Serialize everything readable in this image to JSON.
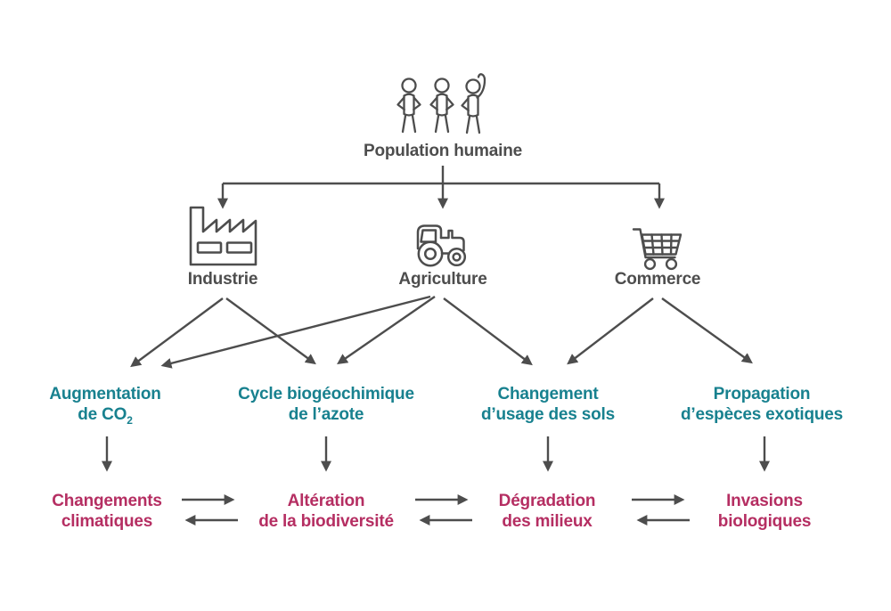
{
  "colors": {
    "ink": "#4d4d4d",
    "teal": "#18818f",
    "magenta": "#b52e62",
    "bg": "#ffffff"
  },
  "root": {
    "label": "Population humaine",
    "icon": "people-icon"
  },
  "sectors": [
    {
      "label": "Industrie",
      "icon": "factory-icon"
    },
    {
      "label": "Agriculture",
      "icon": "tractor-icon"
    },
    {
      "label": "Commerce",
      "icon": "shopping-cart-icon"
    }
  ],
  "pressures": [
    {
      "line1": "Augmentation",
      "line2": "de CO",
      "sub": "2"
    },
    {
      "line1": "Cycle biogéochimique",
      "line2": "de l’azote"
    },
    {
      "line1": "Changement",
      "line2": "d’usage des sols"
    },
    {
      "line1": "Propagation",
      "line2": "d’espèces exotiques"
    }
  ],
  "impacts": [
    {
      "line1": "Changements",
      "line2": "climatiques"
    },
    {
      "line1": "Altération",
      "line2": "de la biodiversité"
    },
    {
      "line1": "Dégradation",
      "line2": "des milieux"
    },
    {
      "line1": "Invasions",
      "line2": "biologiques"
    }
  ],
  "links": [
    {
      "from": "Population humaine",
      "to": "Industrie"
    },
    {
      "from": "Population humaine",
      "to": "Agriculture"
    },
    {
      "from": "Population humaine",
      "to": "Commerce"
    },
    {
      "from": "Industrie",
      "to": "Augmentation de CO2"
    },
    {
      "from": "Industrie",
      "to": "Cycle biogéochimique de l’azote"
    },
    {
      "from": "Agriculture",
      "to": "Augmentation de CO2"
    },
    {
      "from": "Agriculture",
      "to": "Cycle biogéochimique de l’azote"
    },
    {
      "from": "Agriculture",
      "to": "Changement d’usage des sols"
    },
    {
      "from": "Commerce",
      "to": "Changement d’usage des sols"
    },
    {
      "from": "Commerce",
      "to": "Propagation d’espèces exotiques"
    },
    {
      "from": "Augmentation de CO2",
      "to": "Changements climatiques"
    },
    {
      "from": "Cycle biogéochimique de l’azote",
      "to": "Altération de la biodiversité"
    },
    {
      "from": "Changement d’usage des sols",
      "to": "Dégradation des milieux"
    },
    {
      "from": "Propagation d’espèces exotiques",
      "to": "Invasions biologiques"
    },
    {
      "from": "Changements climatiques",
      "to": "Altération de la biodiversité",
      "bidirectional": true
    },
    {
      "from": "Altération de la biodiversité",
      "to": "Dégradation des milieux",
      "bidirectional": true
    },
    {
      "from": "Dégradation des milieux",
      "to": "Invasions biologiques",
      "bidirectional": true
    }
  ]
}
